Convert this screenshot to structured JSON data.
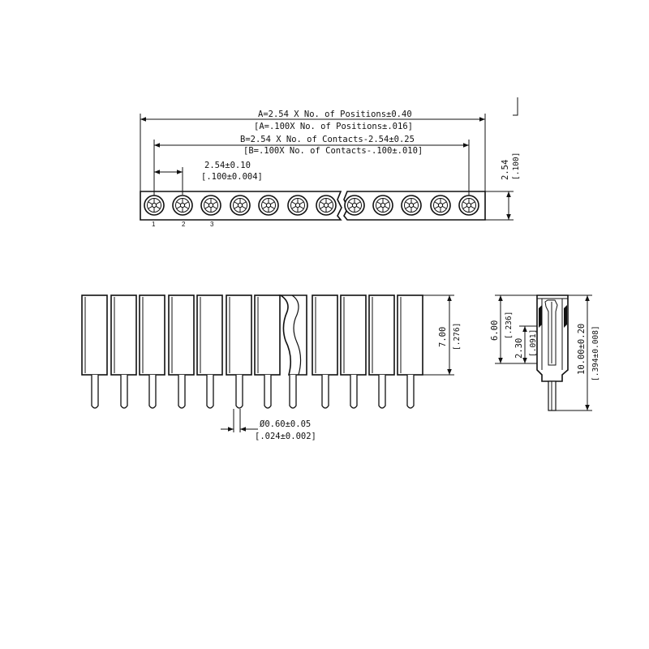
{
  "top_view": {
    "dim_a": "A=2.54 X No. of Positions±0.40",
    "dim_a_inch": "[A=.100X No. of Positions±.016]",
    "dim_b": "B=2.54 X No. of Contacts-2.54±0.25",
    "dim_b_inch": "[B=.100X No. of Contacts-.100±.010]",
    "pitch": "2.54±0.10",
    "pitch_inch": "[.100±0.004]",
    "width": "2.54",
    "width_inch": "[.100]",
    "pin_labels": [
      "1",
      "2",
      "3"
    ]
  },
  "front_view": {
    "height": "7.00",
    "height_inch": "[.276]",
    "pin_dia": "Ø0.60±0.05",
    "pin_dia_inch": "[.024±0.002]"
  },
  "side_view": {
    "body_height": "6.00",
    "body_height_inch": "[.236]",
    "step": "2.30",
    "step_inch": "[.091]",
    "total_height": "10.00±0.20",
    "total_height_inch": "[.394±0.008]"
  }
}
